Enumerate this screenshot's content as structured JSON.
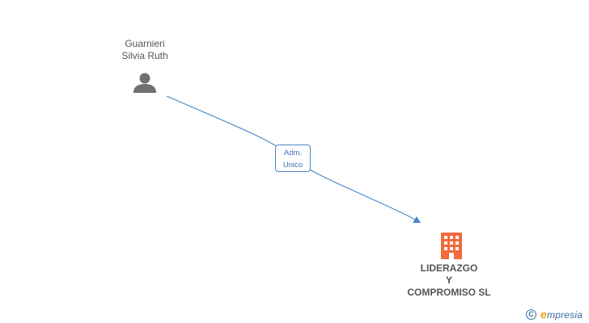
{
  "person": {
    "name_line1": "Guarnieri",
    "name_line2": "Silvia Ruth",
    "icon": "person-icon",
    "color": "#707070"
  },
  "relation": {
    "role_line1": "Adm.",
    "role_line2": "Unico",
    "color": "#4a86c8"
  },
  "company": {
    "name_line1": "LIDERAZGO",
    "name_line2": "Y",
    "name_line3": "COMPROMISO SL",
    "icon": "building-icon",
    "color": "#f26a3d"
  },
  "footer": {
    "copyright_symbol": "C",
    "brand_initial": "e",
    "brand_rest": "mpresia"
  }
}
